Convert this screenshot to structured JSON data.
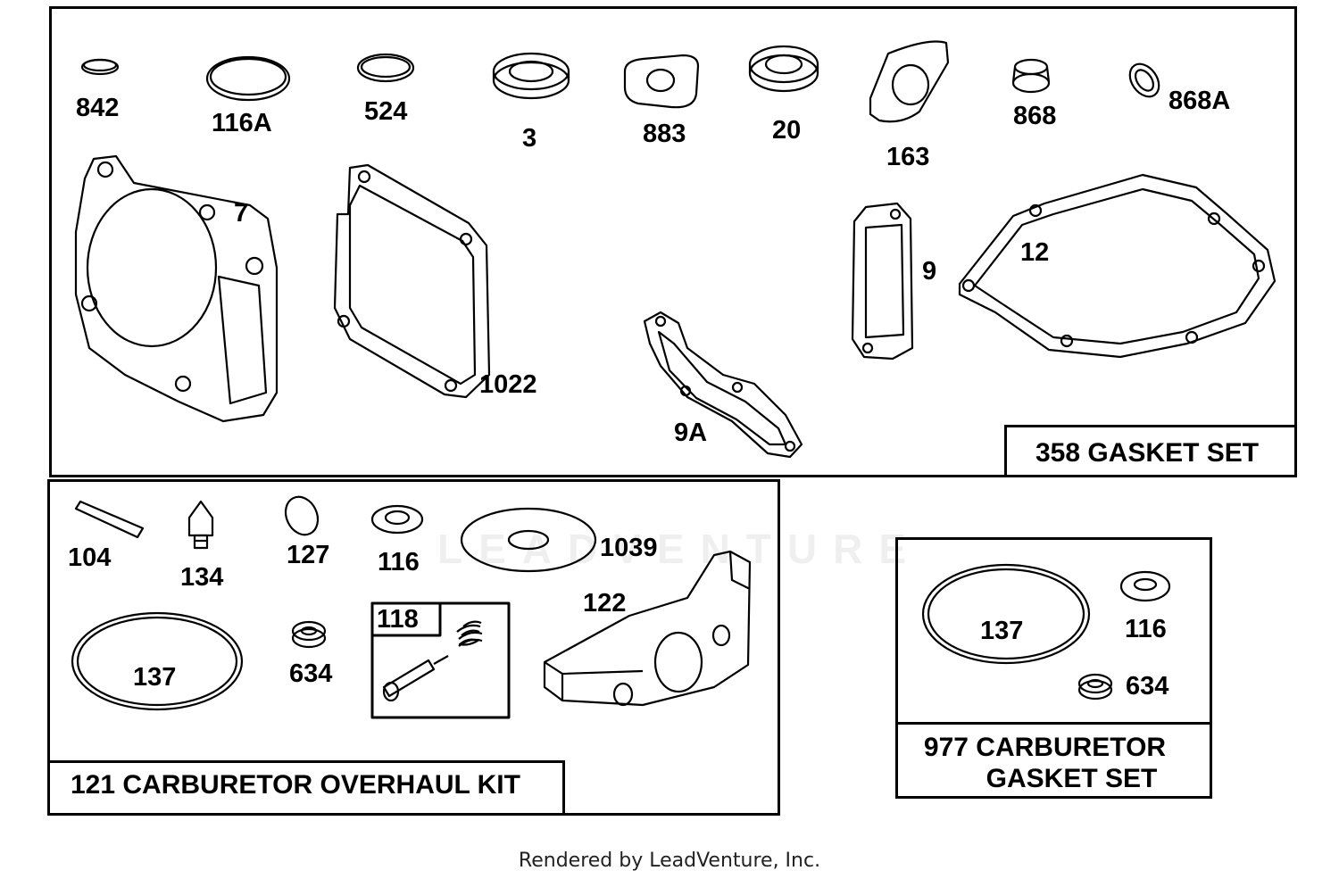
{
  "panels": {
    "gasket_set": {
      "title": "358 GASKET SET",
      "parts": [
        "842",
        "116A",
        "524",
        "3",
        "883",
        "20",
        "163",
        "868",
        "868A",
        "7",
        "1022",
        "9A",
        "9",
        "12"
      ]
    },
    "carb_overhaul": {
      "title": "121 CARBURETOR OVERHAUL KIT",
      "parts": [
        "104",
        "134",
        "127",
        "116",
        "1039",
        "137",
        "634",
        "118",
        "122"
      ]
    },
    "carb_gasket": {
      "title_line1": "977 CARBURETOR",
      "title_line2": "GASKET SET",
      "parts": [
        "137",
        "116",
        "634"
      ]
    }
  },
  "watermark": "LEADVENTURE",
  "footer": "Rendered by LeadVenture, Inc."
}
